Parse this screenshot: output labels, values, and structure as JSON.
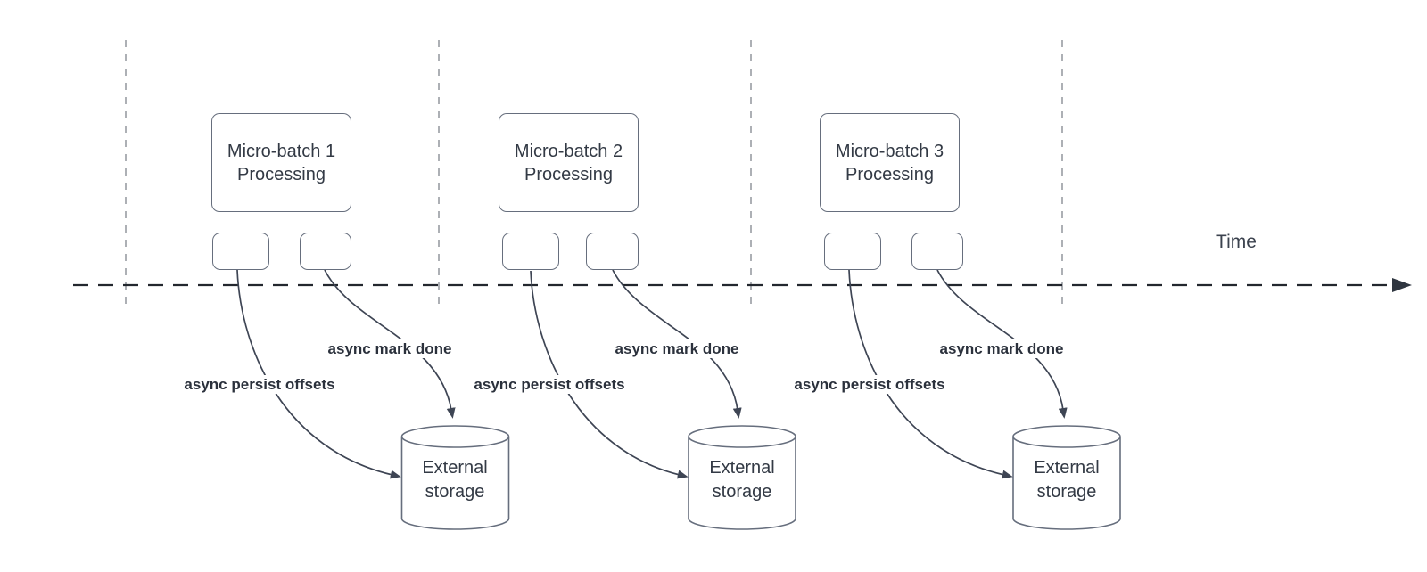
{
  "colors": {
    "ink": "#333a45",
    "line": "#3e4554",
    "axis": "#23272e",
    "guide": "#adb0b5",
    "shape": "#666e7d",
    "bg": "#ffffff"
  },
  "timeline": {
    "label": "Time"
  },
  "groups": [
    {
      "title_line1": "Micro-batch 1",
      "title_line2": "Processing",
      "persist_label": "async persist offsets",
      "done_label": "async mark done",
      "storage_line1": "External",
      "storage_line2": "storage"
    },
    {
      "title_line1": "Micro-batch 2",
      "title_line2": "Processing",
      "persist_label": "async persist offsets",
      "done_label": "async mark done",
      "storage_line1": "External",
      "storage_line2": "storage"
    },
    {
      "title_line1": "Micro-batch 3",
      "title_line2": "Processing",
      "persist_label": "async persist offsets",
      "done_label": "async mark done",
      "storage_line1": "External",
      "storage_line2": "storage"
    }
  ]
}
